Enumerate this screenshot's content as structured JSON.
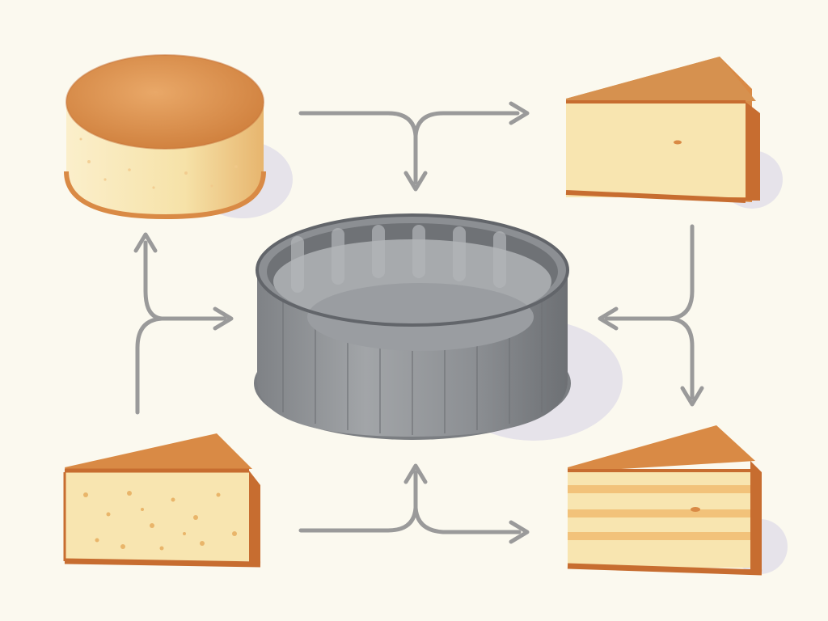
{
  "colors": {
    "background": "#fbf9ef",
    "arrow": "#9a9a9a",
    "crust": "#d98a45",
    "crust_dark": "#b8662c",
    "crumb": "#f8e5b0",
    "crumb_light": "#fbefcb",
    "pan_body": "#8f9296",
    "pan_inner": "#a7aaad",
    "pan_dark": "#6e7175",
    "shadow": "#e6e3ea"
  },
  "nodes": [
    {
      "id": "round-sponge-cake",
      "icon": "whole-round-cake-icon"
    },
    {
      "id": "plain-cake-slice-top-right",
      "icon": "cake-slice-icon"
    },
    {
      "id": "fluted-springform-pan",
      "icon": "cake-pan-icon"
    },
    {
      "id": "porous-cake-slice-bottom-left",
      "icon": "cake-slice-icon"
    },
    {
      "id": "layered-cake-slice-bottom-right",
      "icon": "layered-cake-slice-icon"
    }
  ],
  "edges": [
    {
      "from": "round-sponge-cake",
      "to": "plain-cake-slice-top-right"
    },
    {
      "from": "round-sponge-cake",
      "to": "fluted-springform-pan"
    },
    {
      "from": "plain-cake-slice-top-right",
      "to": "fluted-springform-pan"
    },
    {
      "from": "plain-cake-slice-top-right",
      "to": "layered-cake-slice-bottom-right"
    },
    {
      "from": "porous-cake-slice-bottom-left",
      "to": "round-sponge-cake"
    },
    {
      "from": "porous-cake-slice-bottom-left",
      "to": "fluted-springform-pan"
    },
    {
      "from": "porous-cake-slice-bottom-left",
      "to": "layered-cake-slice-bottom-right"
    }
  ]
}
